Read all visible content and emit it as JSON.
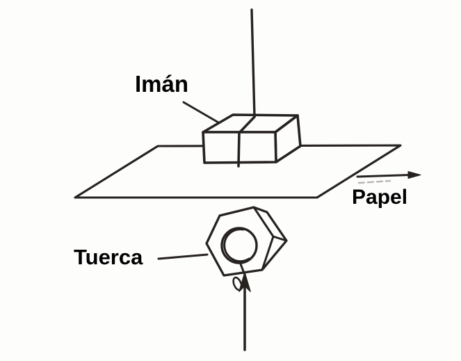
{
  "figure": {
    "labels": {
      "magnet": "Imán",
      "paper": "Papel",
      "nut": "Tuerca"
    },
    "colors": {
      "ink": "#262220",
      "label_text": "#000000",
      "background": "#fdfdfc",
      "smudge": "#b9b6b2"
    },
    "icons": {
      "paper_motion_arrow": "right-arrow",
      "string_tension_arrow": "up-arrow"
    }
  }
}
